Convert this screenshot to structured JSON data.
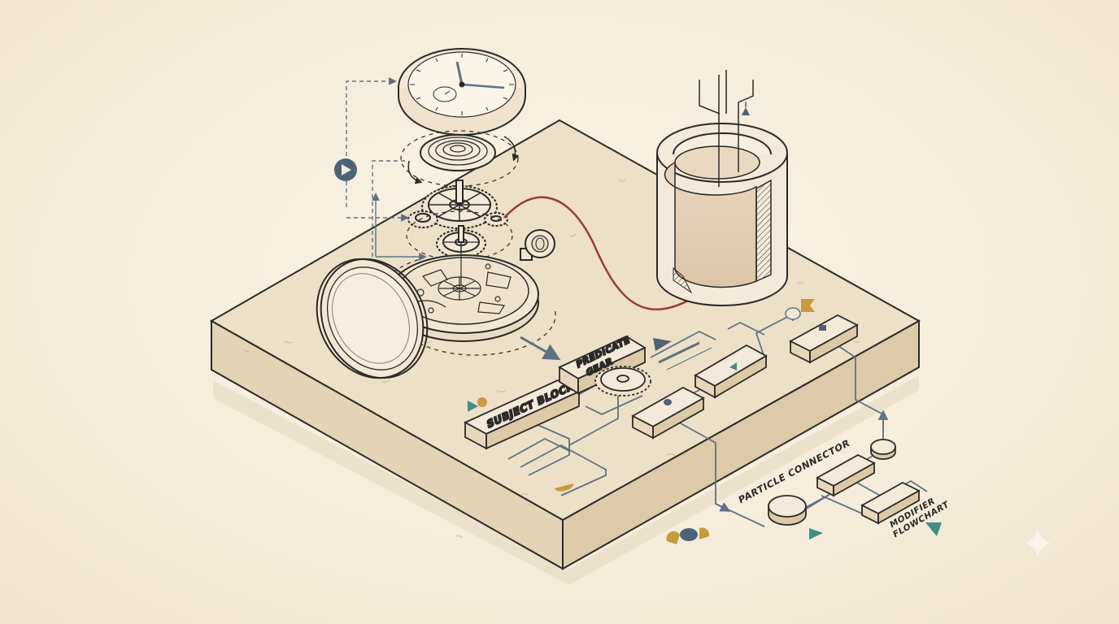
{
  "labels": {
    "subject_block": "SUBJECT BLOCK",
    "predicate_line1": "PREDICATE",
    "predicate_line2": "GEAR",
    "particle_connector": "PARTICLE CONNECTOR",
    "modifier_line1": "MODIFIER",
    "modifier_line2": "FLOWCHART"
  },
  "colors": {
    "ink": "#2b2a28",
    "slate": "#5f7284",
    "board_top": "#ece0c8",
    "board_side": "#e2d3b6",
    "wire_red": "#9b3b3b",
    "accent_gold": "#c99a3c",
    "accent_teal": "#3f8f87",
    "paper": "#f7efdf"
  },
  "icons": [
    "play-circle-icon",
    "triangle-marker-icon",
    "half-circle-marker-icon",
    "bookmark-flag-icon",
    "sparkle-icon"
  ]
}
